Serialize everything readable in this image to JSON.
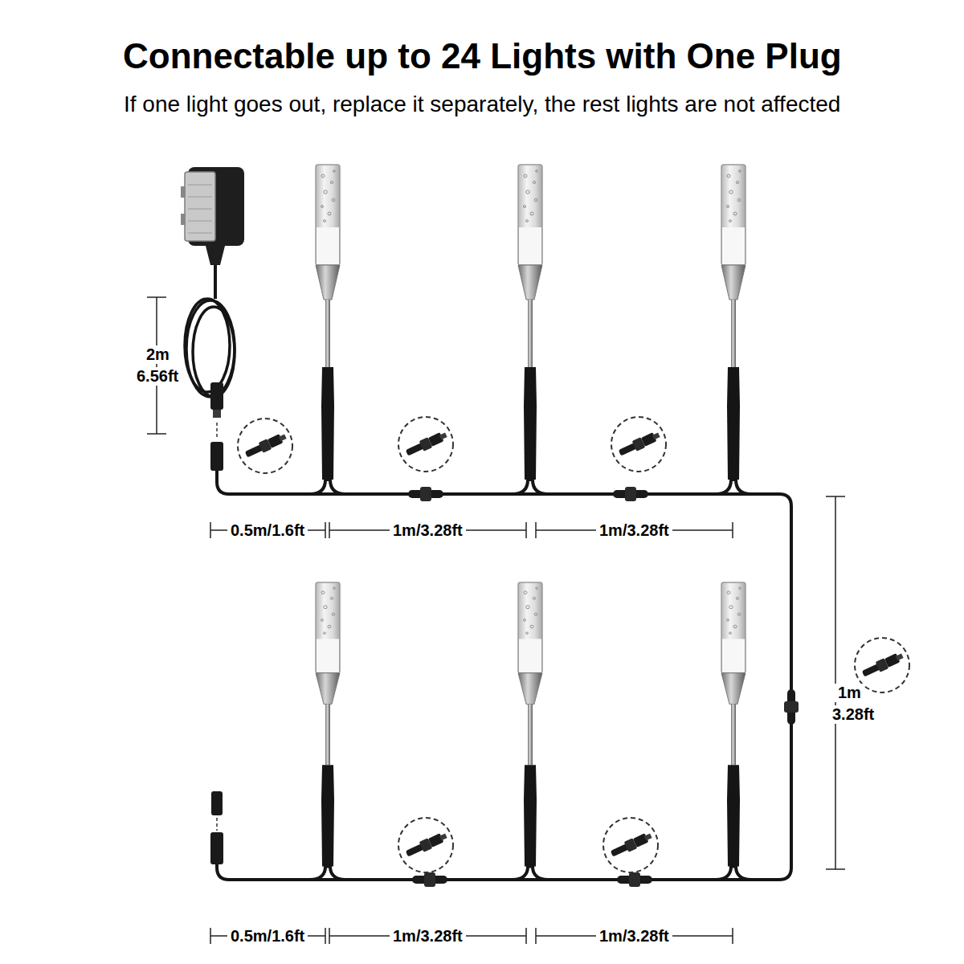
{
  "diagram": {
    "title": "Connectable up to 24 Lights with One Plug",
    "labels": [
      "If one light goes out, replace it separately, the rest lights are not affected",
      "2m",
      "6.56ft",
      "0.5m/1.6ft",
      "1m/3.28ft",
      "1m/3.28ft",
      "1m",
      "3.28ft",
      "0.5m/1.6ft",
      "1m/3.28ft",
      "1m/3.28ft"
    ]
  }
}
